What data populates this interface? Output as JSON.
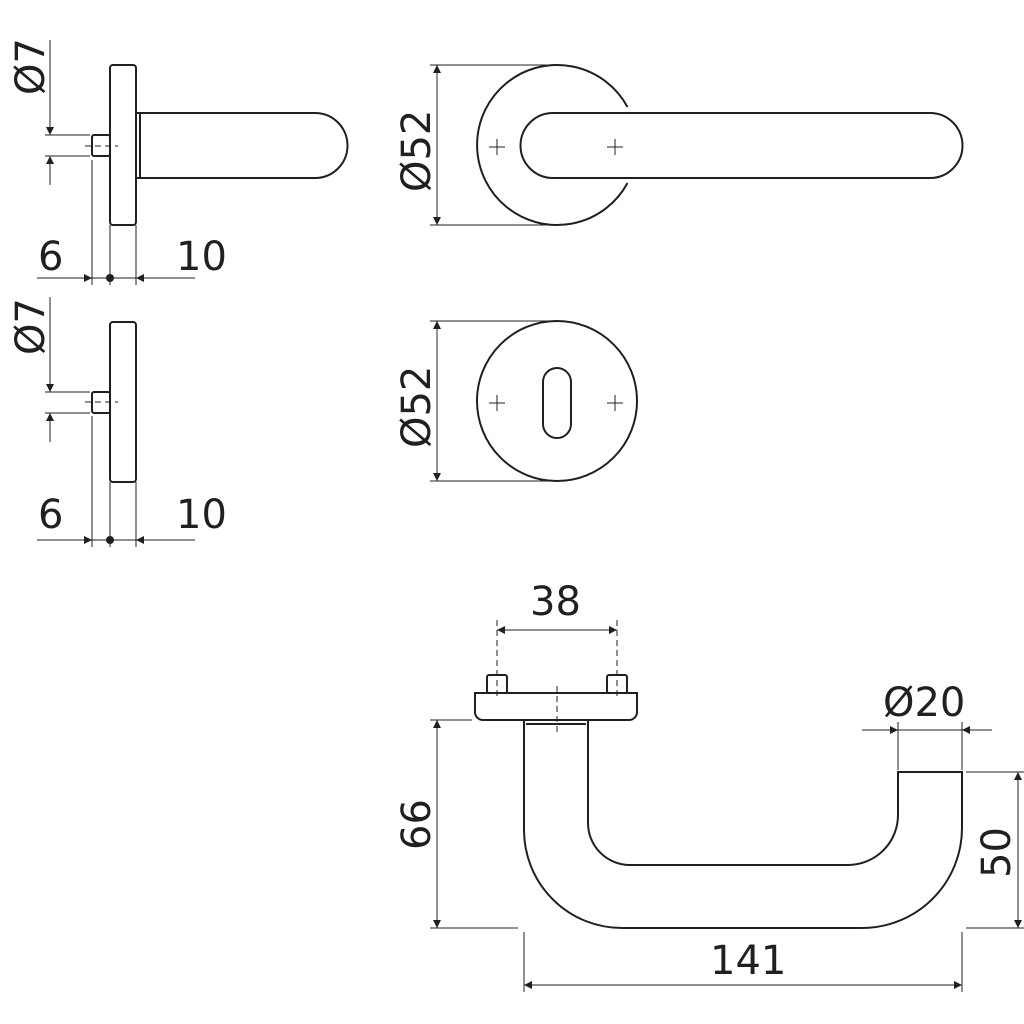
{
  "side_view_lever": {
    "pin_diameter": "Ø7",
    "pin_length": "6",
    "rose_thickness": "10"
  },
  "side_view_escutcheon": {
    "pin_diameter": "Ø7",
    "pin_length": "6",
    "rose_thickness": "10"
  },
  "front_view_lever": {
    "rose_diameter": "Ø52"
  },
  "front_view_escutcheon": {
    "rose_diameter": "Ø52"
  },
  "top_view_lever": {
    "pin_spacing": "38",
    "grip_diameter": "Ø20",
    "height": "66",
    "projection": "50",
    "length": "141"
  }
}
